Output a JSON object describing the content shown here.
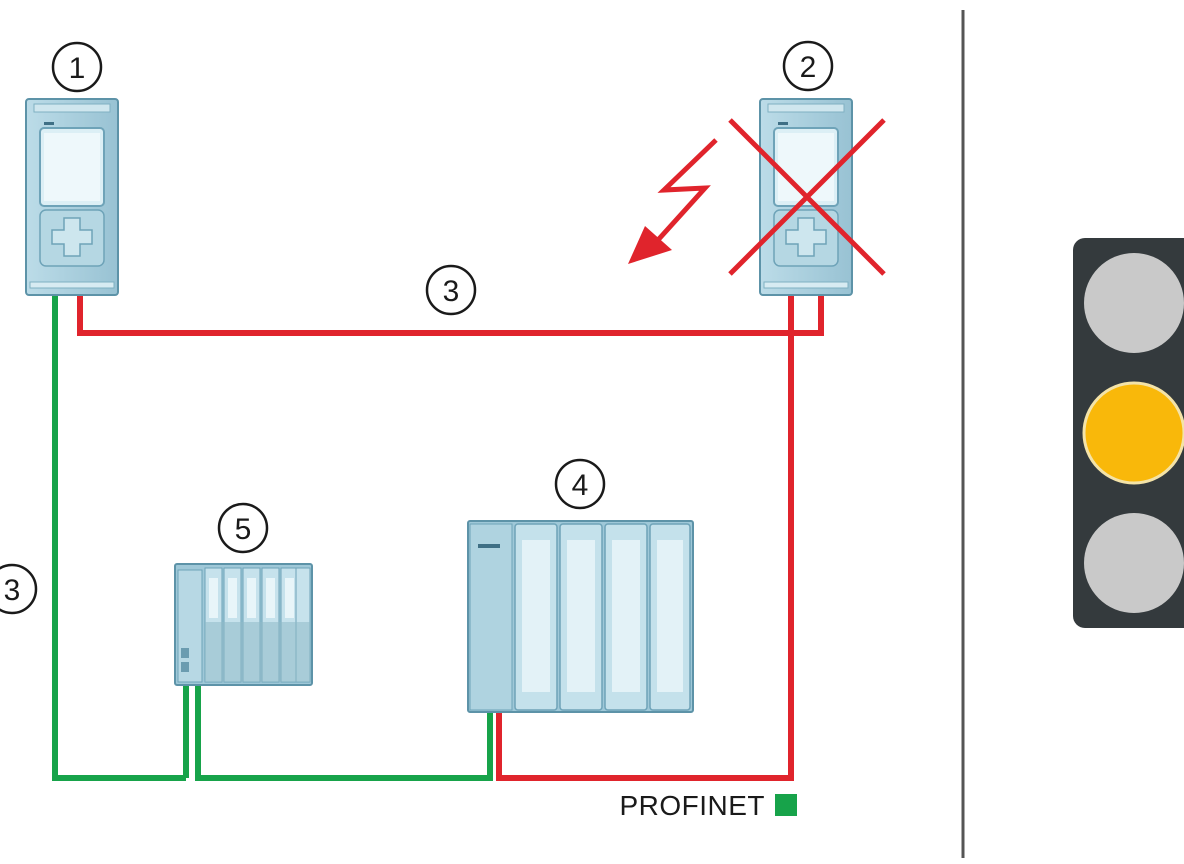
{
  "callouts": {
    "cpu_primary": "1",
    "cpu_backup": "2",
    "network_top": "3",
    "network_left": "3",
    "io_station_large": "4",
    "io_station_small": "5"
  },
  "legend": {
    "label": "PROFINET"
  },
  "colors": {
    "active_line": "#17a34a",
    "failed_line": "#e0242c",
    "device_fill": "#a9cfdd",
    "device_stroke": "#5d93a8",
    "traffic_light_body": "#343a3d",
    "lamp_off": "#c9c9c9",
    "lamp_on": "#f9b80a"
  },
  "traffic_light": {
    "lamps": [
      "off",
      "on",
      "off"
    ]
  }
}
